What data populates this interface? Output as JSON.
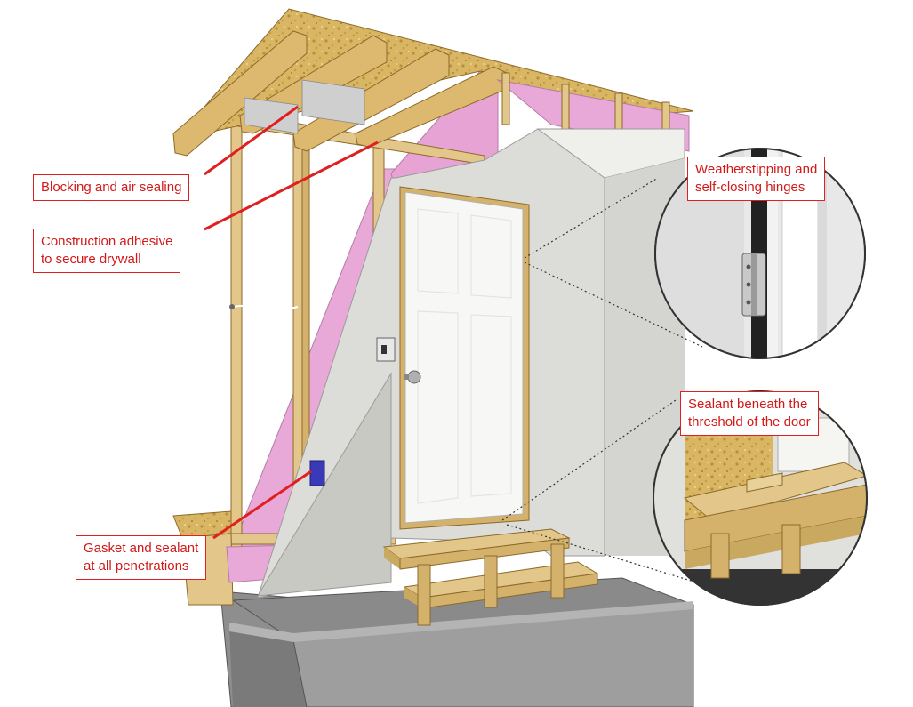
{
  "callouts": {
    "blocking": [
      "Blocking and air sealing"
    ],
    "adhesive": [
      "Construction adhesive",
      "to secure drywall"
    ],
    "gasket": [
      "Gasket and sealant",
      "at all penetrations"
    ],
    "weatherstrip": [
      "Weatherstipping and",
      "self-closing hinges"
    ],
    "sealant": [
      "Sealant beneath the",
      "threshold of the door"
    ]
  },
  "colors": {
    "callout_red": "#e02020",
    "insulation_pink": "#e9a9d8",
    "lumber": "#e2c68a",
    "osb": "#d9b25c",
    "drywall": "#dcdcd8",
    "concrete": "#9a9a9a"
  }
}
